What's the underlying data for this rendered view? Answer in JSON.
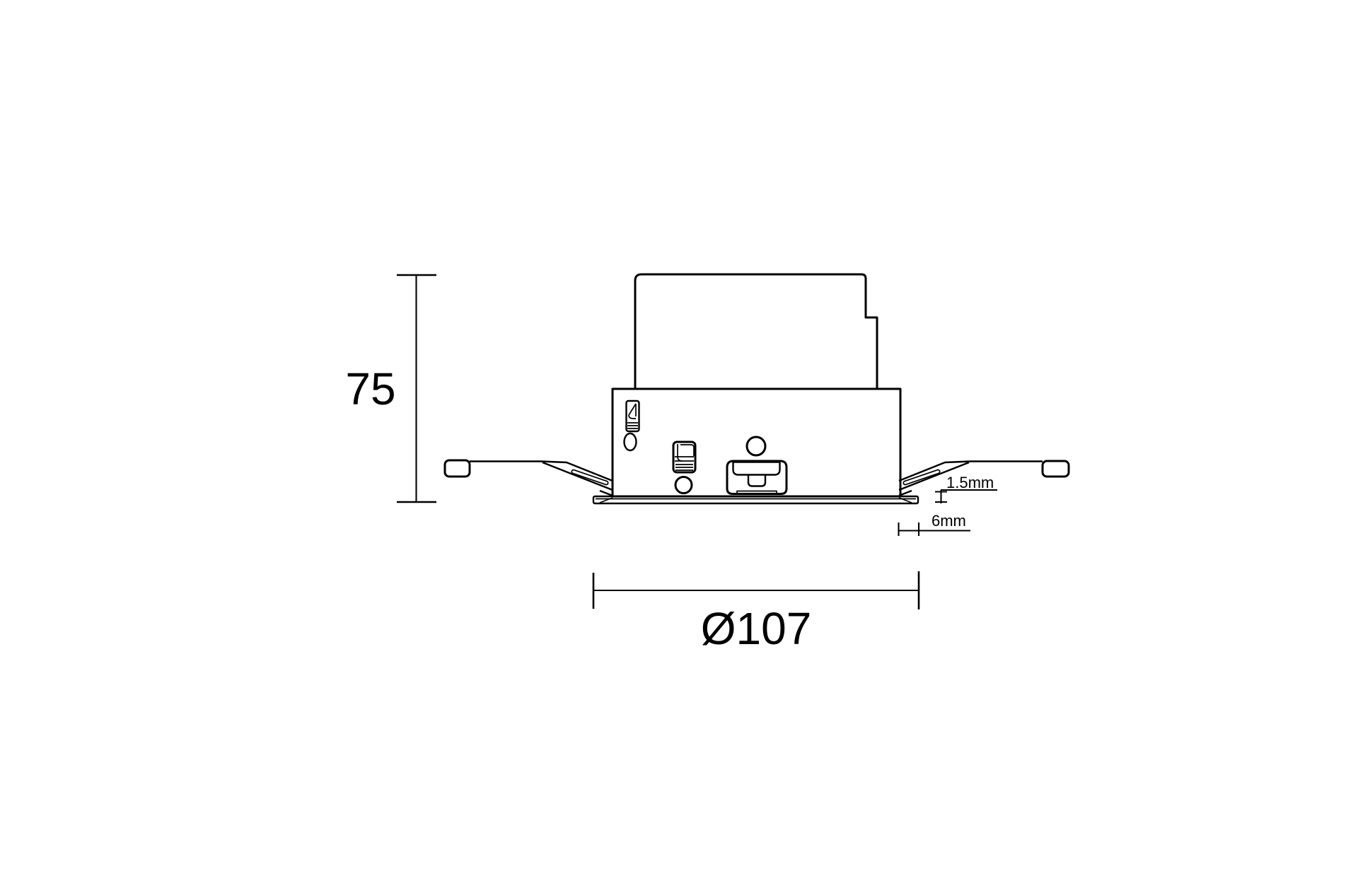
{
  "drawing": {
    "background_color": "#ffffff",
    "line_color": "#000000"
  },
  "labels": {
    "height": "75",
    "diameter": "Ø107",
    "flange_thickness": "1.5mm",
    "flange_overhang": "6mm"
  }
}
